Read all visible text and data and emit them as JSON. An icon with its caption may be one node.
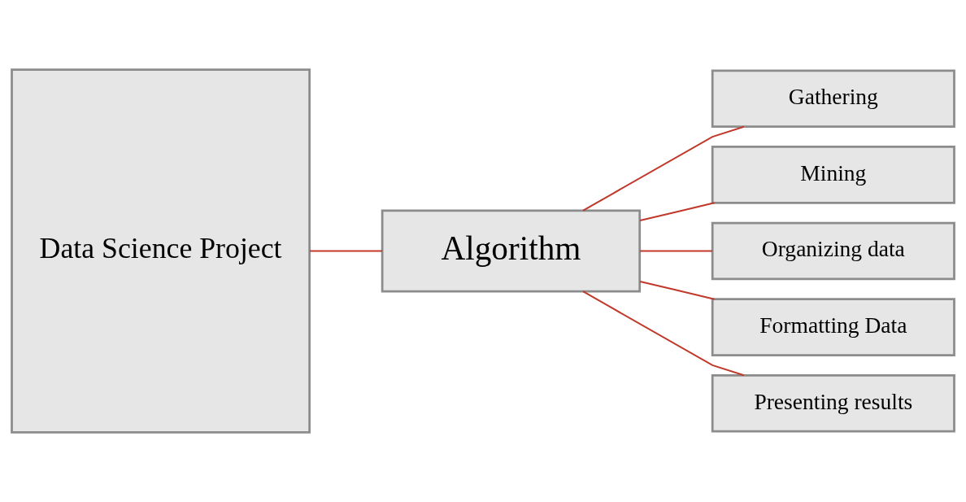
{
  "diagram": {
    "nodes": [
      {
        "text": [
          "Data Science Project"
        ]
      },
      {
        "text": [
          "Algorithm"
        ]
      },
      {
        "text": [
          "Gathering"
        ]
      },
      {
        "text": [
          "Mining"
        ]
      },
      {
        "text": [
          "Organizing data"
        ]
      },
      {
        "text": [
          "Formatting Data"
        ]
      },
      {
        "text": [
          "Presenting results"
        ]
      }
    ],
    "edges": [
      {
        "from": 0,
        "to": 1,
        "arrow": "none"
      },
      {
        "from": 1,
        "to": 2,
        "arrow": "none"
      },
      {
        "from": 1,
        "to": 3,
        "arrow": "none"
      },
      {
        "from": 1,
        "to": 4,
        "arrow": "none"
      },
      {
        "from": 1,
        "to": 5,
        "arrow": "none"
      },
      {
        "from": 1,
        "to": 6,
        "arrow": "none"
      }
    ]
  }
}
